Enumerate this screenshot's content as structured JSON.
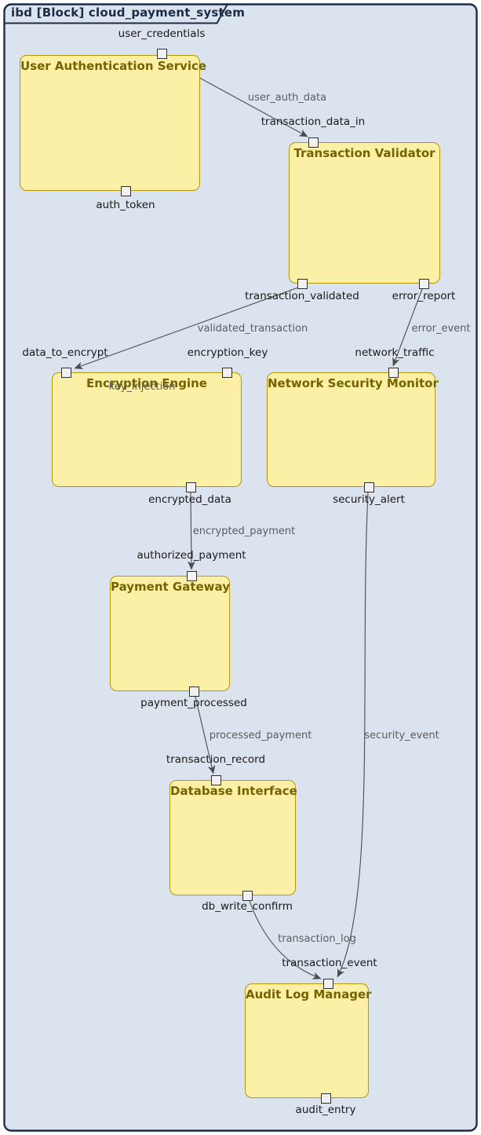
{
  "diagram": {
    "kind": "SysML internal block diagram",
    "title": "ibd [Block] cloud_payment_system"
  },
  "colors": {
    "background": "#dbe3ee",
    "frame_border": "#1c2b47",
    "block_fill": "#fbf0a5",
    "block_border": "#b4980a",
    "block_title": "#756200",
    "edge": "#4c4c4c",
    "port_fill": "#f1f1f1",
    "port_border": "#2f2f2f",
    "port_label": "#191919",
    "edge_label": "#5c5c5c"
  },
  "blocks": [
    {
      "title": "User Authentication Service"
    },
    {
      "title": "Transaction Validator"
    },
    {
      "title": "Encryption Engine"
    },
    {
      "title": "Network Security Monitor"
    },
    {
      "title": "Payment Gateway"
    },
    {
      "title": "Database Interface"
    },
    {
      "title": "Audit Log Manager"
    }
  ],
  "ports": [
    {
      "label": "user_credentials",
      "block": "User Authentication Service"
    },
    {
      "label": "auth_token",
      "block": "User Authentication Service"
    },
    {
      "label": "transaction_data_in",
      "block": "Transaction Validator"
    },
    {
      "label": "transaction_validated",
      "block": "Transaction Validator"
    },
    {
      "label": "error_report",
      "block": "Transaction Validator"
    },
    {
      "label": "data_to_encrypt",
      "block": "Encryption Engine"
    },
    {
      "label": "encryption_key",
      "block": "Encryption Engine"
    },
    {
      "label": "encrypted_data",
      "block": "Encryption Engine"
    },
    {
      "label": "network_traffic",
      "block": "Network Security Monitor"
    },
    {
      "label": "security_alert",
      "block": "Network Security Monitor"
    },
    {
      "label": "authorized_payment",
      "block": "Payment Gateway"
    },
    {
      "label": "payment_processed",
      "block": "Payment Gateway"
    },
    {
      "label": "transaction_record",
      "block": "Database Interface"
    },
    {
      "label": "db_write_confirm",
      "block": "Database Interface"
    },
    {
      "label": "transaction_event",
      "block": "Audit Log Manager"
    },
    {
      "label": "audit_entry",
      "block": "Audit Log Manager"
    }
  ],
  "edges": [
    {
      "label": "user_auth_data",
      "from": "user_credentials",
      "to": "transaction_data_in"
    },
    {
      "label": "validated_transaction",
      "from": "transaction_validated",
      "to": "data_to_encrypt"
    },
    {
      "label": "error_event",
      "from": "error_report",
      "to": "network_traffic"
    },
    {
      "label": "key_injection",
      "from": "encryption_key",
      "to": "data_to_encrypt"
    },
    {
      "label": "encrypted_payment",
      "from": "encrypted_data",
      "to": "authorized_payment"
    },
    {
      "label": "processed_payment",
      "from": "payment_processed",
      "to": "transaction_record"
    },
    {
      "label": "transaction_log",
      "from": "db_write_confirm",
      "to": "transaction_event"
    },
    {
      "label": "security_event",
      "from": "security_alert",
      "to": "transaction_event"
    }
  ]
}
